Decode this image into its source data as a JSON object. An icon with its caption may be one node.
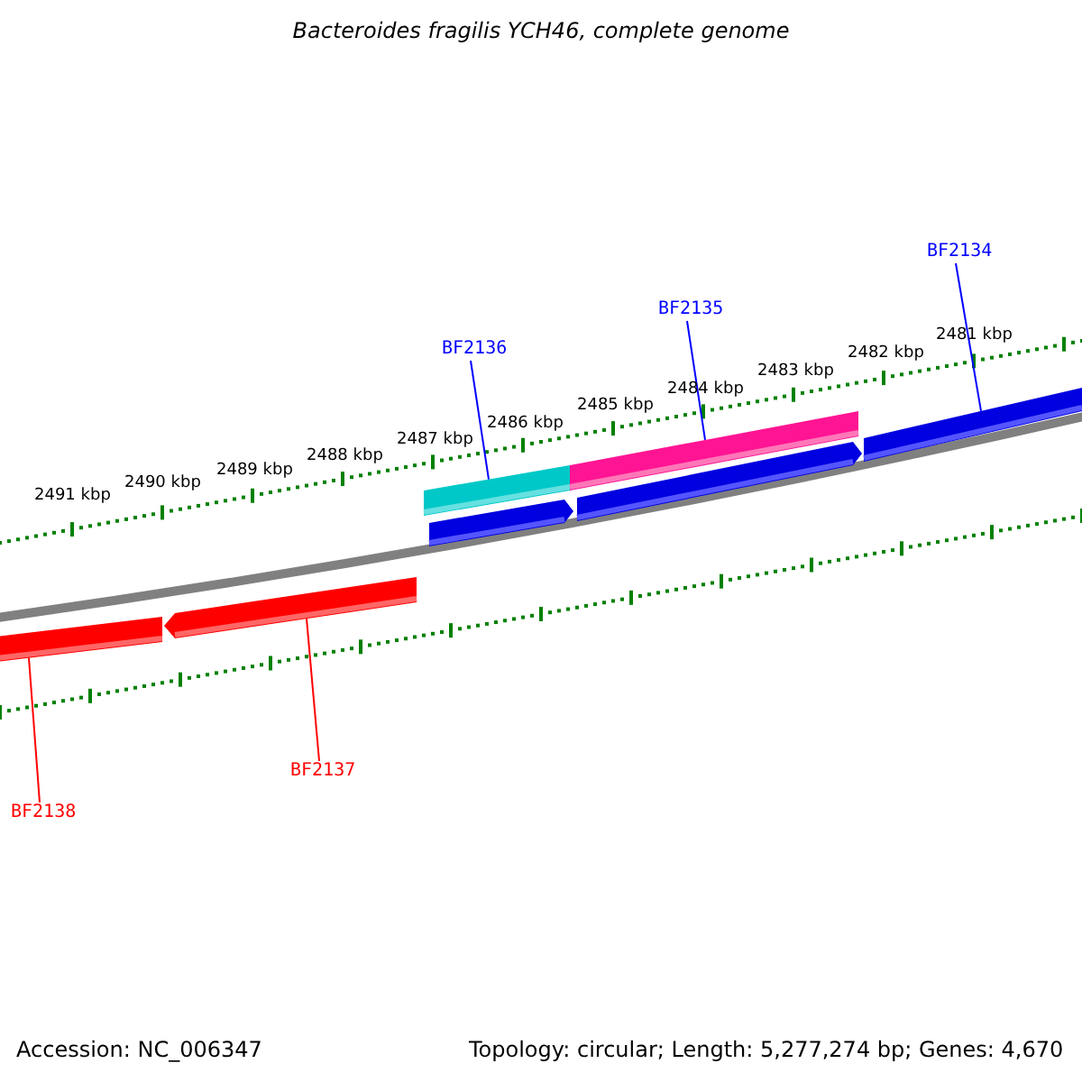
{
  "diagram": {
    "title": "Bacteroides fragilis YCH46, complete genome",
    "nodes": [
      {
        "text": [
          "BF2134"
        ]
      },
      {
        "text": [
          "BF2135"
        ]
      },
      {
        "text": [
          "BF2136"
        ]
      },
      {
        "text": [],
        "shape": "bar"
      },
      {
        "text": [],
        "shape": "bar"
      },
      {
        "text": [],
        "shape": "bar"
      },
      {
        "text": [],
        "shape": "bar"
      },
      {
        "text": [],
        "shape": "bar"
      },
      {
        "text": [],
        "shape": "bar"
      },
      {
        "text": [],
        "shape": "bar"
      },
      {
        "text": [
          "BF2137"
        ]
      },
      {
        "text": [
          "BF2138"
        ]
      }
    ],
    "edges": [
      {
        "from": 0,
        "to": 7,
        "arrow": "none"
      },
      {
        "from": 1,
        "to": 4,
        "arrow": "none"
      },
      {
        "from": 2,
        "to": 3,
        "arrow": "none"
      },
      {
        "from": 10,
        "to": 9,
        "arrow": "none",
        "color": "#ff0000"
      },
      {
        "from": 11,
        "to": 8,
        "arrow": "none",
        "color": "#ff0000"
      }
    ],
    "labels": [
      "2481 kbp",
      "2482 kbp",
      "2483 kbp",
      "2484 kbp",
      "2485 kbp",
      "2486 kbp",
      "2487 kbp",
      "2488 kbp",
      "2489 kbp",
      "2490 kbp",
      "2491 kbp",
      "Accession: NC_006347",
      "Topology: circular; Length: 5,277,274 bp; Genes: 4,670"
    ]
  }
}
